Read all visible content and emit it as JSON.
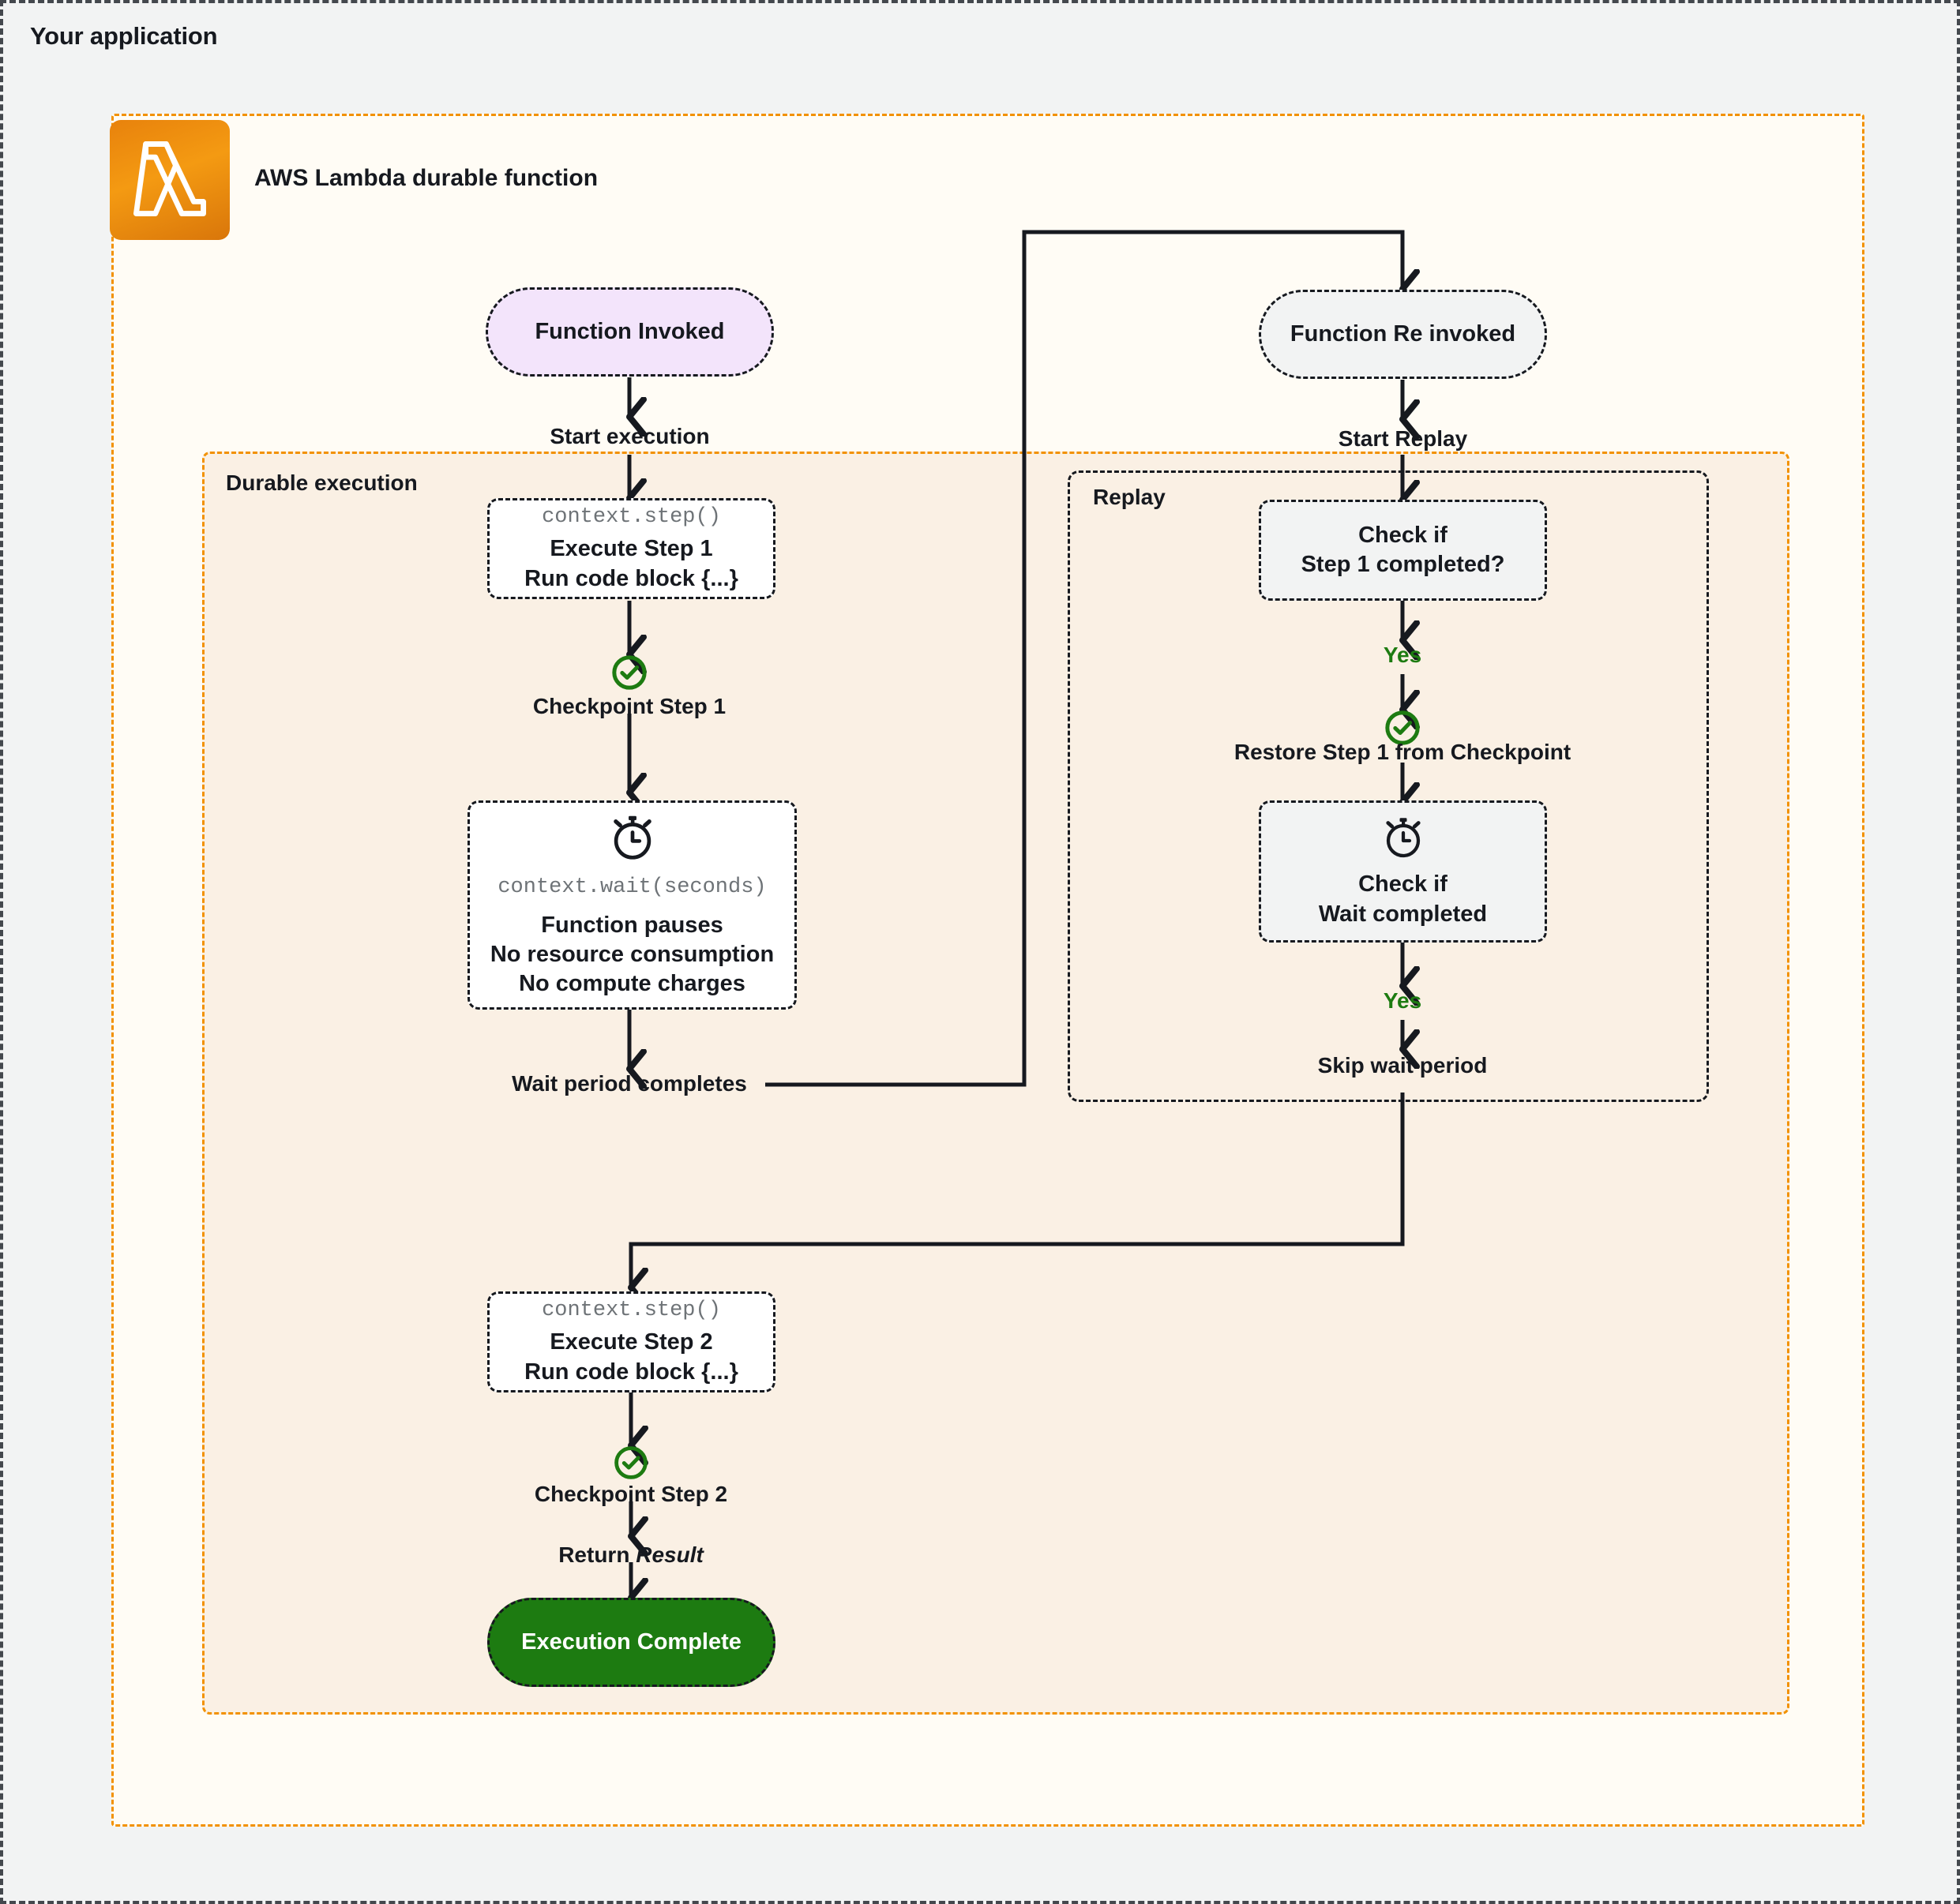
{
  "page": {
    "app_title": "Your application",
    "background_color": "#f2f3f3"
  },
  "lambda_container": {
    "label": "AWS Lambda durable function",
    "icon": "aws-lambda-icon",
    "border_color": "#f29100",
    "fill_color": "#fffcf5"
  },
  "durable_execution": {
    "label": "Durable execution",
    "border_color": "#f29100",
    "fill_color": "#faf0e4"
  },
  "replay": {
    "label": "Replay",
    "border_color": "#16191f"
  },
  "nodes": {
    "function_invoked": {
      "label": "Function Invoked",
      "fill": "#f3e4fb"
    },
    "execute_step_1": {
      "code": "context.step()",
      "line1": "Execute Step 1",
      "line2": "Run code block {...}",
      "fill": "#ffffff"
    },
    "wait_box": {
      "icon": "stopwatch-icon",
      "code": "context.wait(seconds)",
      "line1": "Function pauses",
      "line2": "No resource consumption",
      "line3": "No compute charges",
      "fill": "#ffffff"
    },
    "execute_step_2": {
      "code": "context.step()",
      "line1": "Execute Step 2",
      "line2": "Run code block {...}",
      "fill": "#ffffff"
    },
    "execution_complete": {
      "label": "Execution Complete",
      "fill": "#1d7b11",
      "text_color": "#ffffff"
    },
    "function_re_invoked": {
      "label": "Function Re invoked",
      "fill": "#f2f3f3"
    },
    "check_step_1": {
      "line1": "Check if",
      "line2": "Step 1 completed?",
      "fill": "#f2f3f3"
    },
    "check_wait": {
      "icon": "stopwatch-icon",
      "line1": "Check if",
      "line2": "Wait completed",
      "fill": "#f2f3f3"
    }
  },
  "labels": {
    "start_execution": "Start execution",
    "checkpoint_step_1": "Checkpoint Step 1",
    "wait_period_completes": "Wait period completes",
    "checkpoint_step_2": "Checkpoint Step 2",
    "return_prefix": "Return",
    "return_value": "Result",
    "start_replay": "Start Replay",
    "yes_1": "Yes",
    "restore_step_1": "Restore Step 1 from Checkpoint",
    "yes_2": "Yes",
    "skip_wait_period": "Skip wait period"
  },
  "colors": {
    "accent_orange": "#f29100",
    "success_green": "#1d7b11",
    "ink": "#16191f",
    "muted": "#6e7377"
  }
}
